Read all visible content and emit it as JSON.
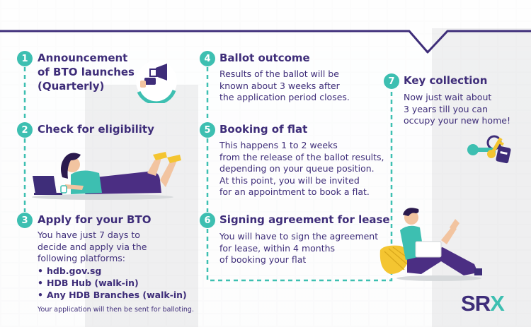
{
  "steps": [
    {
      "num": "1",
      "title_lines": [
        "Announcement",
        "of BTO launches",
        "(Quarterly)"
      ]
    },
    {
      "num": "2",
      "title": "Check for eligibility"
    },
    {
      "num": "3",
      "title": "Apply for your BTO",
      "body": "You have just 7 days to\ndecide and apply via the\nfollowing platforms:",
      "platforms": [
        "hdb.gov.sg",
        "HDB Hub (walk-in)",
        "Any HDB Branches (walk-in)"
      ],
      "footnote": "Your application will then be sent for balloting."
    },
    {
      "num": "4",
      "title": "Ballot outcome",
      "body": "Results of the ballot will be\nknown about 3 weeks after\nthe application period closes."
    },
    {
      "num": "5",
      "title": "Booking of flat",
      "body": "This happens 1 to 2 weeks\nfrom the release of the ballot results,\ndepending on your queue position.\nAt this point, you will be invited\nfor an appointment to book a flat."
    },
    {
      "num": "6",
      "title": "Signing agreement for lease",
      "body": "You will have to sign the agreement\nfor lease, within 4 months\nof booking your flat"
    },
    {
      "num": "7",
      "title": "Key collection",
      "body": "Now just wait about\n3 years till you can\noccupy your new home!"
    }
  ],
  "logo": {
    "s": "S",
    "r": "R",
    "x": "X"
  },
  "colors": {
    "teal": "#3dbfb1",
    "purple": "#3e2d79",
    "yellow": "#f4c531",
    "skin": "#f2c4a0"
  }
}
